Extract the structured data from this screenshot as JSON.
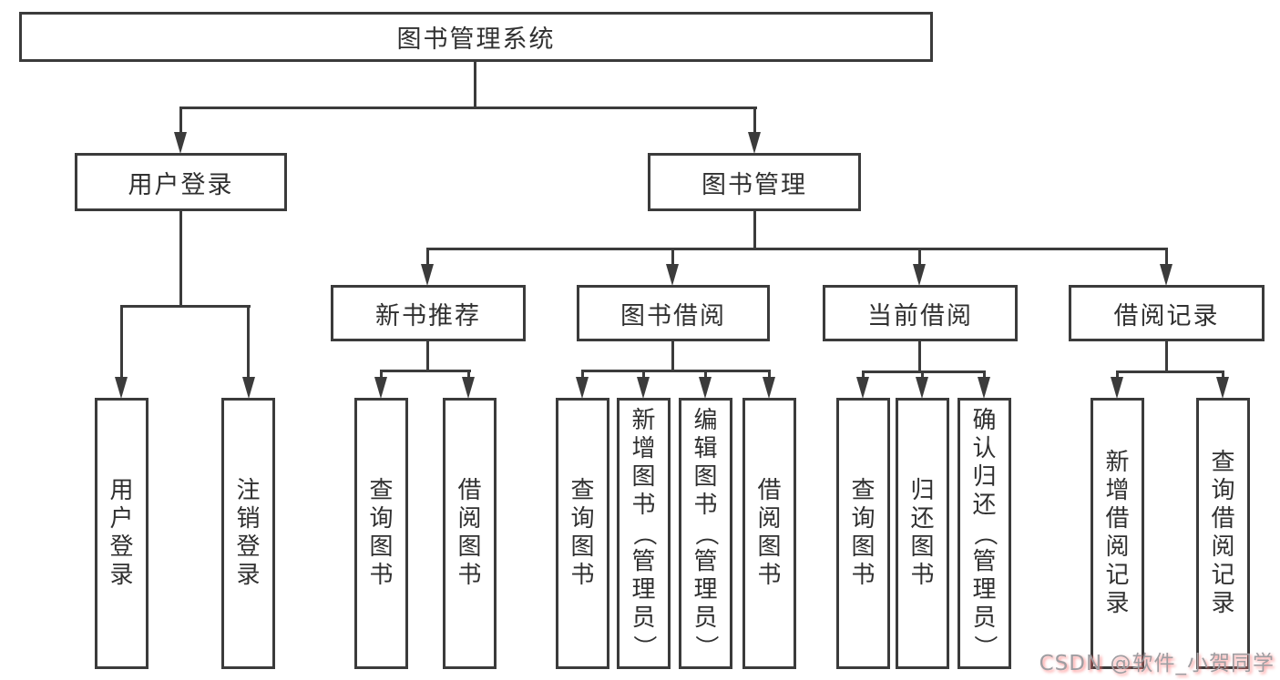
{
  "diagram": {
    "root": {
      "label": "图书管理系统"
    },
    "level2": [
      {
        "id": "user-login",
        "label": "用户登录"
      },
      {
        "id": "book-management",
        "label": "图书管理"
      }
    ],
    "level3": [
      {
        "id": "new-book-recommend",
        "label": "新书推荐"
      },
      {
        "id": "book-borrow",
        "label": "图书借阅"
      },
      {
        "id": "current-borrow",
        "label": "当前借阅"
      },
      {
        "id": "borrow-records",
        "label": "借阅记录"
      }
    ],
    "leaves": {
      "user_login": [
        "用户登录",
        "注销登录"
      ],
      "new_book_recommend": [
        "查询图书",
        "借阅图书"
      ],
      "book_borrow": [
        "查询图书",
        "新增图书（管理员）",
        "编辑图书（管理员）",
        "借阅图书"
      ],
      "current_borrow": [
        "查询图书",
        "归还图书",
        "确认归还（管理员）"
      ],
      "borrow_records": [
        "新增借阅记录",
        "查询借阅记录"
      ]
    }
  },
  "watermark": {
    "text": "CSDN @软件_小贺同学"
  },
  "colors": {
    "line": "#3b3b3b",
    "text": "#303030",
    "background": "#ffffff",
    "watermark_text": "#9e9ea2",
    "watermark_shadow": "#ff6e6e"
  }
}
